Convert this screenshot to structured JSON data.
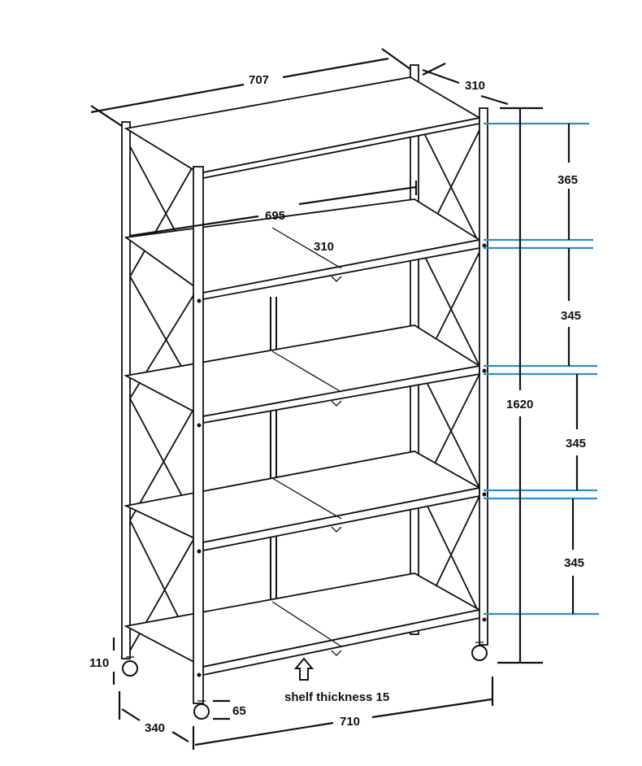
{
  "dimensions": {
    "top_width": "707",
    "top_depth": "310",
    "inner_width": "695",
    "inner_depth": "310",
    "height_1": "365",
    "height_2": "345",
    "height_3": "345",
    "height_4": "345",
    "total_height": "1620",
    "bottom_clearance": "110",
    "wheel_height": "65",
    "base_depth": "340",
    "base_width": "710"
  },
  "notes": {
    "shelf_thickness": "shelf thickness 15"
  },
  "colors": {
    "line": "#111111",
    "level_marker": "#2f8fc8"
  }
}
